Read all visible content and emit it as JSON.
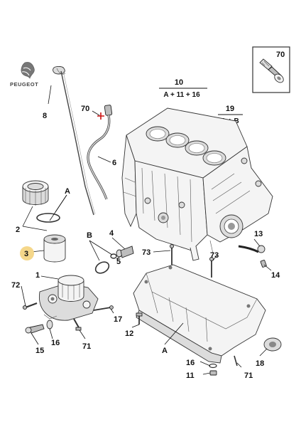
{
  "brand": {
    "name": "PEUGEOT"
  },
  "inset": {
    "label": "70"
  },
  "groups": {
    "block_number": "10",
    "block_formula": "A + 11 + 16",
    "ref19_number": "19",
    "ref19_formula": "A + B"
  },
  "callouts": {
    "c8": "8",
    "c70": "70",
    "c6": "6",
    "cA1": "A",
    "c2": "2",
    "c3": "3",
    "cB": "B",
    "c4": "4",
    "c5": "5",
    "c1": "1",
    "c72": "72",
    "c17": "17",
    "c16a": "16",
    "c15": "15",
    "c71a": "71",
    "c73a": "73",
    "c73b": "73",
    "c13": "13",
    "c14": "14",
    "c12": "12",
    "cA2": "A",
    "c16b": "16",
    "c11": "11",
    "c71b": "71",
    "c18": "18"
  },
  "colors": {
    "highlight": "#f5d78a",
    "red_line": "#cc1111"
  }
}
